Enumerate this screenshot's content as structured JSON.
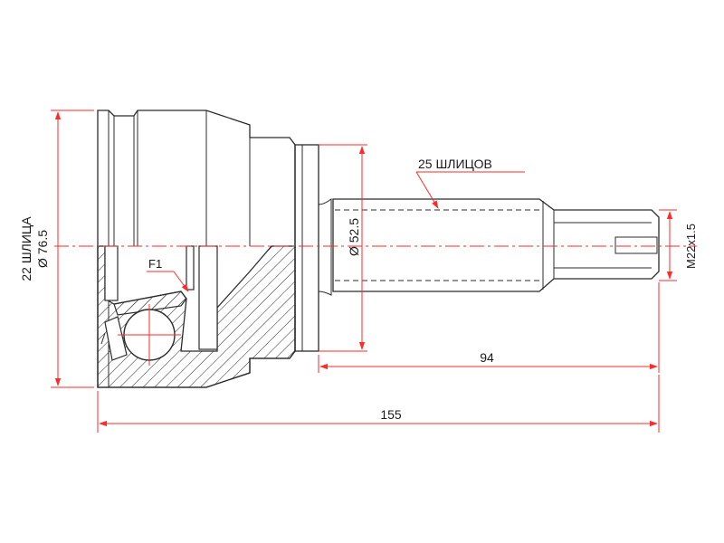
{
  "dimensions": {
    "total_length": "155",
    "shaft_length": "94",
    "outer_diameter": "Ø 76.5",
    "inner_spline_count": "22 ШЛИЦА",
    "seal_diameter": "Ø 52.5",
    "outer_spline_count": "25 ШЛИЦОВ",
    "thread": "M22x1.5"
  },
  "labels": {
    "ring": "F1"
  },
  "colors": {
    "dimension_line": "#ff2a2a",
    "outline": "#2b2b2b",
    "background": "#ffffff"
  }
}
